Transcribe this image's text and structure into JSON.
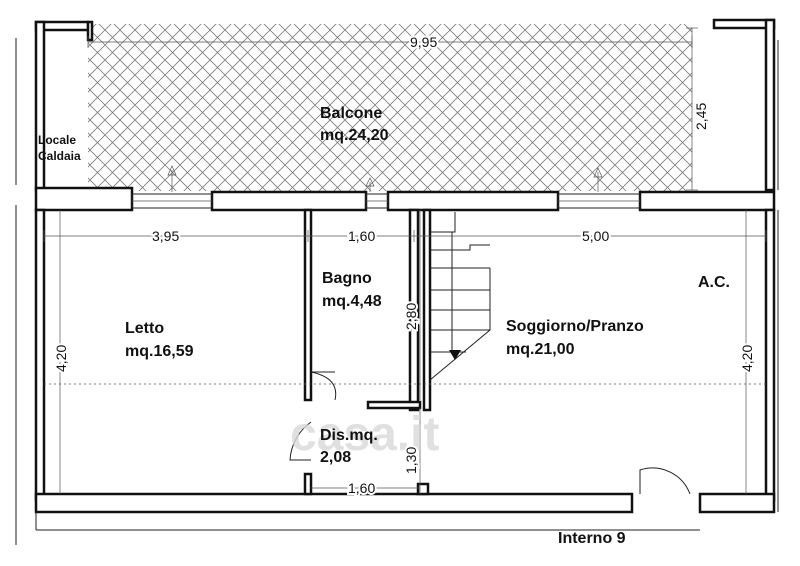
{
  "rooms": {
    "balcone": {
      "name": "Balcone",
      "area": "mq.24,20"
    },
    "locale_caldaia": {
      "line1": "Locale",
      "line2": "Caldaia"
    },
    "letto": {
      "name": "Letto",
      "area": "mq.16,59"
    },
    "bagno": {
      "name": "Bagno",
      "area": "mq.4,48"
    },
    "soggiorno": {
      "name": "Soggiorno/Pranzo",
      "area": "mq.21,00"
    },
    "disimpegno": {
      "name": "Dis.mq.",
      "area": "2,08"
    },
    "ac": "A.C."
  },
  "dimensions": {
    "balcone_width": "9,95",
    "balcone_depth": "2,45",
    "letto_width": "3,95",
    "bagno_width": "1,60",
    "soggiorno_width": "5,00",
    "bagno_depth": "2,80",
    "left_depth": "4,20",
    "right_depth": "4,20",
    "dis_depth": "1,30",
    "dis_width": "1,60"
  },
  "unit_label": "Interno 9",
  "watermark": "casa.it"
}
